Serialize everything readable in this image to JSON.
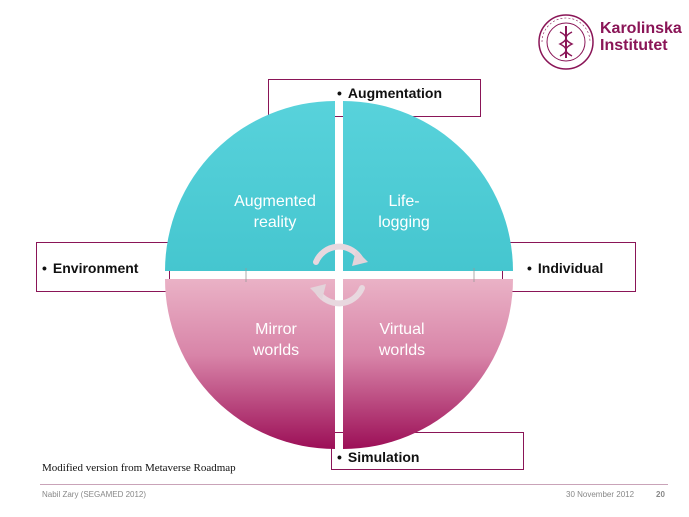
{
  "logo": {
    "line1": "Karolinska",
    "line2": "Institutet"
  },
  "quadrants": {
    "top_left": {
      "line1": "Augmented",
      "line2": "reality"
    },
    "top_right": {
      "line1": "Life-",
      "line2": "logging"
    },
    "bottom_left": {
      "line1": "Mirror",
      "line2": "worlds"
    },
    "bottom_right": {
      "line1": "Virtual",
      "line2": "worlds"
    }
  },
  "axis_labels": {
    "top": "Augmentation",
    "left": "Environment",
    "right": "Individual",
    "bottom": "Simulation",
    "bullet": "•"
  },
  "caption": "Modified version from Metaverse Roadmap",
  "footer": {
    "author": "Nabil Zary (SEGAMED 2012)",
    "date": "30 November 2012",
    "page": "20"
  },
  "colors": {
    "top_fill": "#4ecdd6",
    "bottom_top": "#e8a6bd",
    "bottom_bottom": "#9c0f57",
    "accent": "#8a1557"
  }
}
